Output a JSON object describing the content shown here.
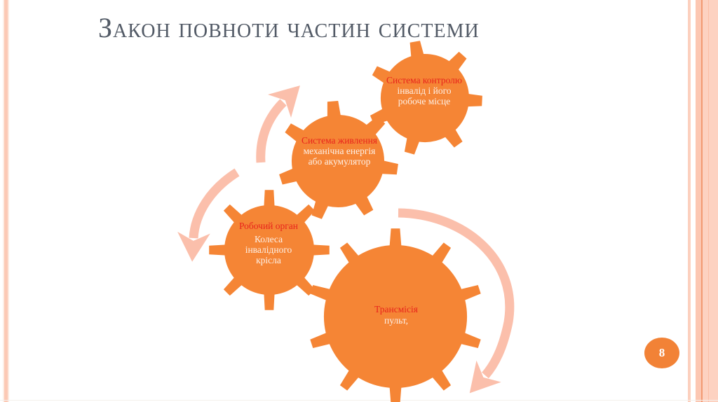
{
  "slide": {
    "title": "Закон повноти частин системи",
    "page_number": "8"
  },
  "colors": {
    "gear": "#f58535",
    "arrow": "#fbbfab",
    "heading_text": "#e8231c",
    "body_text": "#fdf0e6",
    "title_text": "#525a66",
    "stripe_light": "#fcd5c6",
    "stripe_dark": "#f4a280"
  },
  "gears": [
    {
      "id": "control",
      "heading": "Система контролю",
      "body": "інвалід і його робоче місце"
    },
    {
      "id": "power",
      "heading": "Система живлення",
      "body": "механічна енергія або акумулятор"
    },
    {
      "id": "working",
      "heading": "Робочий орган",
      "body": "Колеса інвалідного крісла"
    },
    {
      "id": "transmission",
      "heading": "Трансмісія",
      "body": "пульт,"
    }
  ]
}
